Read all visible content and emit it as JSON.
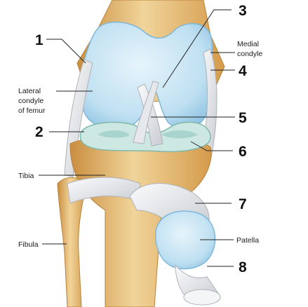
{
  "figure": {
    "numbers": [
      "1",
      "2",
      "3",
      "4",
      "5",
      "6",
      "7",
      "8"
    ],
    "labels": {
      "lateral_condyle": [
        "Lateral",
        "condyle",
        "of femur"
      ],
      "medial_condyle": [
        "Medial",
        "condyle"
      ],
      "tibia": "Tibia",
      "fibula": "Fibula",
      "patella": "Patella"
    }
  },
  "colors": {
    "bone": "#e8c27f",
    "bone_dark": "#c98e3f",
    "cartilage": "#bfe0f2",
    "cartilage_edge": "#7fb7d9",
    "meniscus": "#cde8e3",
    "ligament": "#eef0f2",
    "ligament_shade": "#c9ccd2"
  }
}
